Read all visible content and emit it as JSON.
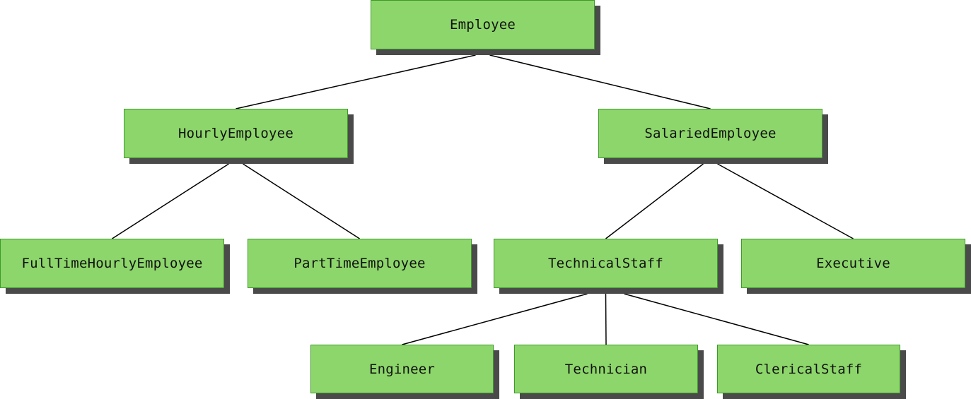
{
  "diagram": {
    "nodes": {
      "employee": "Employee",
      "hourly_employee": "HourlyEmployee",
      "salaried_employee": "SalariedEmployee",
      "full_time_hourly_employee": "FullTimeHourlyEmployee",
      "part_time_employee": "PartTimeEmployee",
      "technical_staff": "TechnicalStaff",
      "executive": "Executive",
      "engineer": "Engineer",
      "technician": "Technician",
      "clerical_staff": "ClericalStaff"
    },
    "edges": [
      [
        "employee",
        "hourly_employee"
      ],
      [
        "employee",
        "salaried_employee"
      ],
      [
        "hourly_employee",
        "full_time_hourly_employee"
      ],
      [
        "hourly_employee",
        "part_time_employee"
      ],
      [
        "salaried_employee",
        "technical_staff"
      ],
      [
        "salaried_employee",
        "executive"
      ],
      [
        "technical_staff",
        "engineer"
      ],
      [
        "technical_staff",
        "technician"
      ],
      [
        "technical_staff",
        "clerical_staff"
      ]
    ],
    "colors": {
      "node_fill": "#8dd66b",
      "node_border": "#3d9a2a",
      "node_shadow": "#4a4a4a",
      "connector": "#000000"
    }
  }
}
